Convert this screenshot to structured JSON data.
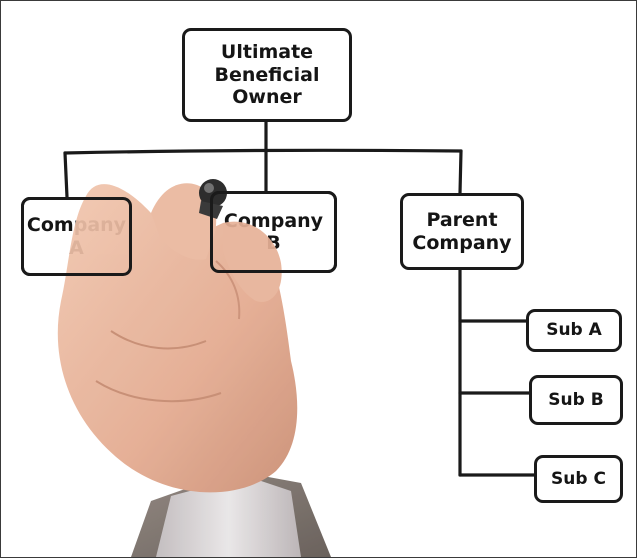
{
  "diagram": {
    "nodes": {
      "ubo": "Ultimate\nBeneficial\nOwner",
      "company_a": "Company\nA",
      "company_b": "Company\nB",
      "parent": "Parent\nCompany",
      "sub_a": "Sub A",
      "sub_b": "Sub B",
      "sub_c": "Sub C"
    },
    "edges": [
      [
        "Ultimate Beneficial Owner",
        "Company A"
      ],
      [
        "Ultimate Beneficial Owner",
        "Company B"
      ],
      [
        "Ultimate Beneficial Owner",
        "Parent Company"
      ],
      [
        "Parent Company",
        "Sub A"
      ],
      [
        "Parent Company",
        "Sub B"
      ],
      [
        "Parent Company",
        "Sub C"
      ]
    ]
  },
  "colors": {
    "ink": "#1a1a1a",
    "skin": "#e8b49a",
    "sleeve": "#d9d6d8",
    "marker": "#1c1c1c"
  }
}
